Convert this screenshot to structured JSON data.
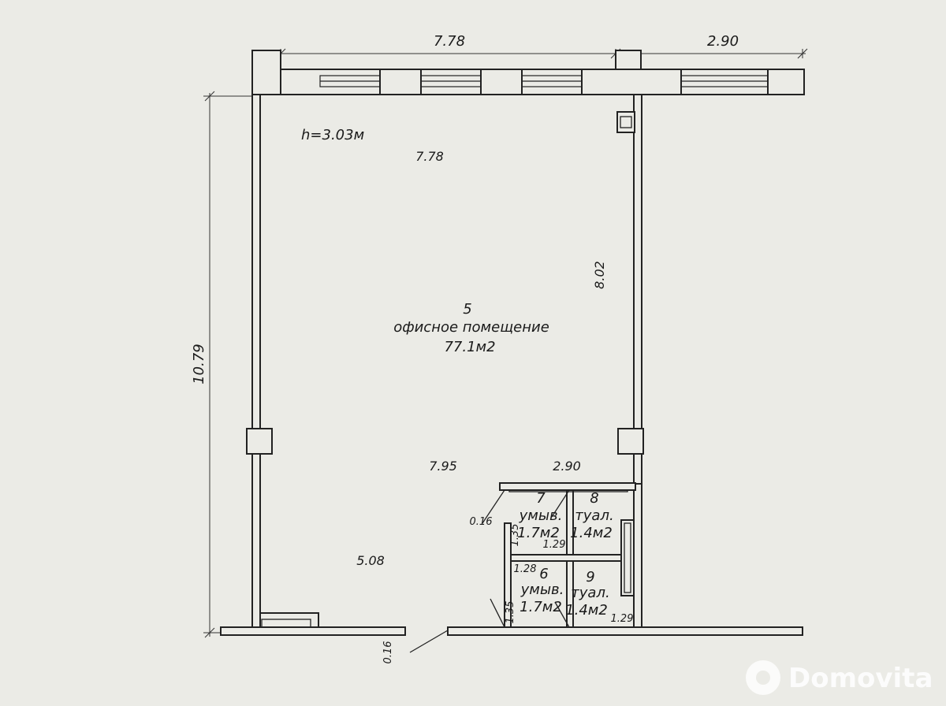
{
  "plan": {
    "ceiling_height": "h=3.03м",
    "room_main": {
      "number": "5",
      "name": "офисное помещение",
      "area": "77.1м2"
    },
    "room_6": {
      "number": "6",
      "name": "умыв.",
      "area": "1.7м2"
    },
    "room_7": {
      "number": "7",
      "name": "умыв.",
      "area": "1.7м2"
    },
    "room_8": {
      "number": "8",
      "name": "туал.",
      "area": "1.4м2"
    },
    "room_9": {
      "number": "9",
      "name": "туал.",
      "area": "1.4м2"
    },
    "dimensions": {
      "top_left": "7.78",
      "top_right": "2.90",
      "left_height": "10.79",
      "inner_top": "7.78",
      "inner_right": "8.02",
      "inner_bottom": "7.95",
      "notch_width": "2.90",
      "lower_left": "5.08",
      "wall_016": "0.16",
      "bottom_016": "0.16",
      "wc_135_upper": "1.35",
      "wc_135_lower": "1.35",
      "wc_129_upper": "1.29",
      "wc_129_lower": "1.29",
      "wc_128": "1.28"
    }
  },
  "watermark": {
    "brand": "Domovita"
  }
}
